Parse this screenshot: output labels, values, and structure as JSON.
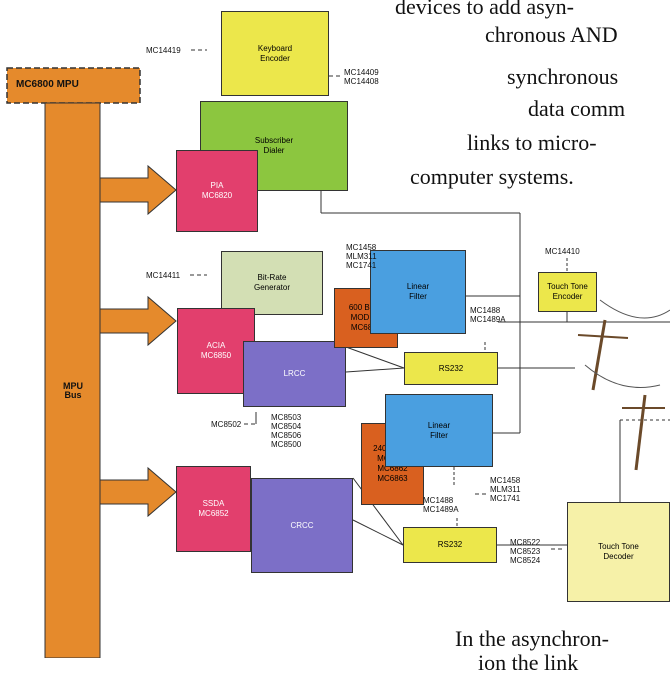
{
  "colors": {
    "orange": "#e58a2c",
    "yellow": "#ece74b",
    "green": "#8cc63f",
    "pink": "#e23f6d",
    "blue": "#4a9fe0",
    "purple": "#7c6fc7",
    "sage": "#d3dfb4",
    "rust": "#d9601f",
    "cream": "#f6f1a8",
    "line": "#333333"
  },
  "blocks": {
    "mpu": "MC6800 MPU",
    "mpu_bus": "MPU\nBus",
    "keyboard_encoder": "Keyboard\nEncoder",
    "subscriber_dialer": "Subscriber\nDialer",
    "pia": "PIA\nMC6820",
    "bit_rate_generator": "Bit-Rate\nGenerator",
    "acia": "ACIA\nMC6850",
    "lrcc": "LRCC",
    "modem_600": "600 Baud\nMODEM\nMC6860",
    "linear_filter_1": "Linear\nFilter",
    "rs232_1": "RS232",
    "touch_tone_encoder": "Touch Tone\nEncoder",
    "ssda": "SSDA\nMC6852",
    "crcc": "CRCC",
    "modem_2400": "2400 Baud\nMODEM\nMC6862\nMC6863",
    "linear_filter_2": "Linear\nFilter",
    "rs232_2": "RS232",
    "touch_tone_decoder": "Touch Tone\nDecoder"
  },
  "part_labels": {
    "mc14419": "MC14419",
    "mc14409": "MC14409\nMC14408",
    "mc14411": "MC14411",
    "mc1458_top": "MC1458\nMLM311\nMC1741",
    "mc14410": "MC14410",
    "mc1488_top": "MC1488\nMC1489A",
    "mc8502": "MC8502",
    "mc8503": "MC8503\nMC8504\nMC8506\nMC8500",
    "mc1458_bottom": "MC1458\nMLM311\nMC1741",
    "mc1488_bottom": "MC1488\nMC1489A",
    "mc8522": "MC8522\nMC8523\nMC8524"
  },
  "body_text": {
    "line1": "devices to add asyn-",
    "line2": "chronous AND",
    "line3": "synchronous",
    "line4": "data comm",
    "line5": "links to micro-",
    "line6": "computer systems.",
    "bottom1": "In the asynchron-",
    "bottom2": "ion the link"
  }
}
